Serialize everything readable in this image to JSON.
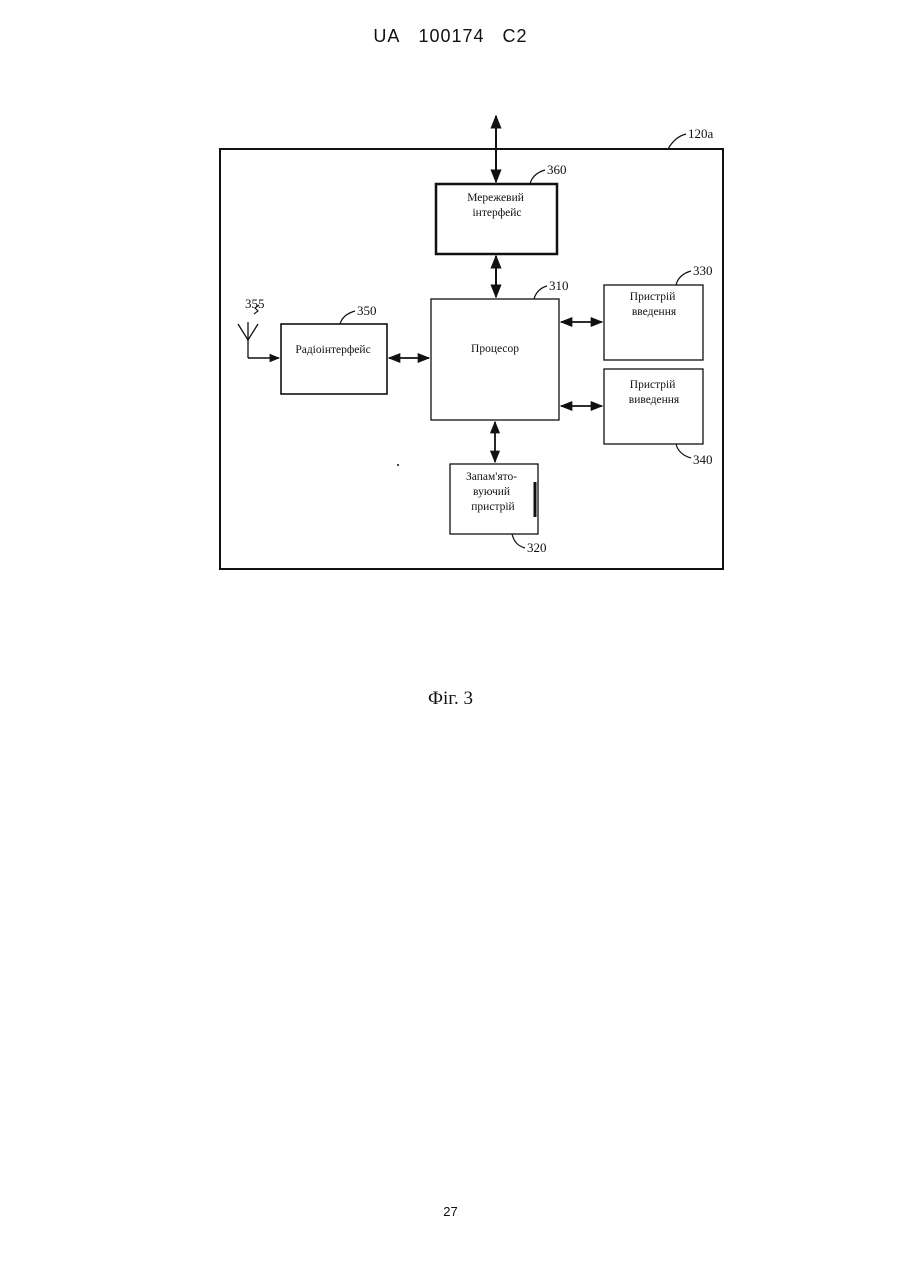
{
  "header": {
    "country": "UA",
    "number": "100174",
    "kind": "C2"
  },
  "diagram": {
    "device_ref": "120a",
    "blocks": {
      "network_interface": {
        "ref": "360",
        "lines": [
          "Мережевий",
          "інтерфейс"
        ]
      },
      "processor": {
        "ref": "310",
        "lines": [
          "Процесор"
        ]
      },
      "input_device": {
        "ref": "330",
        "lines": [
          "Пристрій",
          "введення"
        ]
      },
      "output_device": {
        "ref": "340",
        "lines": [
          "Пристрій",
          "виведення"
        ]
      },
      "radio_interface": {
        "ref": "350",
        "lines": [
          "Радіоінтерфейс"
        ]
      },
      "memory": {
        "ref": "320",
        "lines": [
          "Запам'ято-",
          "вуючий",
          "пристрій"
        ]
      },
      "antenna": {
        "ref": "355"
      }
    }
  },
  "caption": "Фіг. 3",
  "page_number": "27"
}
